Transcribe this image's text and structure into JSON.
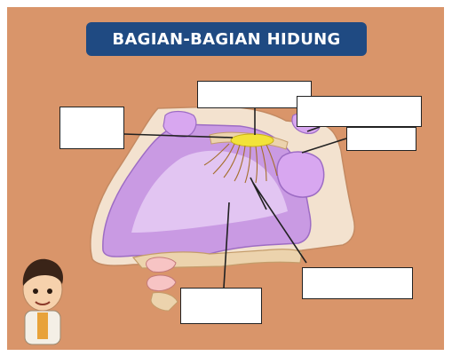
{
  "title": "BAGIAN-BAGIAN HIDUNG",
  "colors": {
    "background": "#d9956a",
    "title_bg": "#1f4a82",
    "title_text": "#ffffff",
    "nasal_cavity": "#c99ae3",
    "nasal_cavity_light": "#e6cdf5",
    "bone": "#ecd3ad",
    "olfactory_bulb": "#f2e23a",
    "leader_line": "#222222",
    "label_box": "#ffffff"
  },
  "label_boxes": [
    {
      "id": "top-center",
      "text": ""
    },
    {
      "id": "top-right",
      "text": ""
    },
    {
      "id": "left",
      "text": ""
    },
    {
      "id": "right",
      "text": ""
    },
    {
      "id": "bottom-right",
      "text": ""
    },
    {
      "id": "bottom-center",
      "text": ""
    }
  ]
}
